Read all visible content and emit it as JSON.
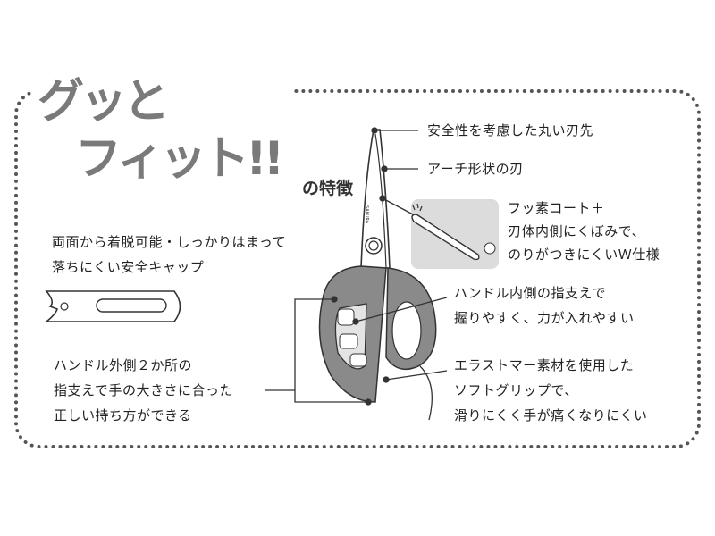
{
  "logo": {
    "line1": "グッと",
    "line2": "フィット!!",
    "subtitle": "の特徴"
  },
  "blade_brand": "SAKURA",
  "features": {
    "tip": "安全性を考慮した丸い刃先",
    "arch": "アーチ形状の刃",
    "coating": [
      "フッ素コート＋",
      "刃体内側にくぼみで、",
      "のりがつきにくいＷ仕様"
    ],
    "cap": [
      "両面から着脱可能・しっかりはまって",
      "落ちにくい安全キャップ"
    ],
    "inner_rest": [
      "ハンドル内側の指支えで",
      "握りやすく、力が入れやすい"
    ],
    "outer_rest": [
      "ハンドル外側２か所の",
      "指支えで手の大きさに合った",
      "正しい持ち方ができる"
    ],
    "grip": [
      "エラストマー素材を使用した",
      "ソフトグリップで、",
      "滑りにくく手が痛くなりにくい"
    ]
  }
}
